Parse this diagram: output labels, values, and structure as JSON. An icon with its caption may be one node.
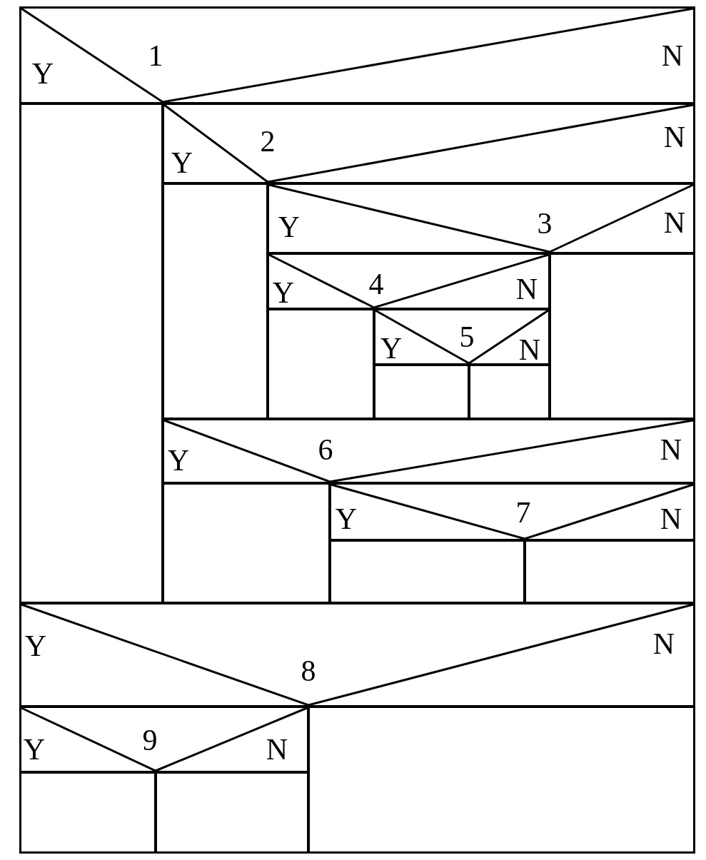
{
  "diagram": {
    "nodes": [
      {
        "text": [
          "Y",
          "1",
          "N"
        ]
      },
      {
        "text": [],
        "shape": "box"
      },
      {
        "text": [
          "Y",
          "2",
          "N"
        ]
      },
      {
        "text": [],
        "shape": "box"
      },
      {
        "text": [
          "Y",
          "3",
          "N"
        ]
      },
      {
        "text": [
          "Y",
          "4",
          "N"
        ]
      },
      {
        "text": [],
        "shape": "box"
      },
      {
        "text": [],
        "shape": "box"
      },
      {
        "text": [
          "Y",
          "5",
          "N"
        ]
      },
      {
        "text": [],
        "shape": "box"
      },
      {
        "text": [],
        "shape": "box"
      },
      {
        "text": [
          "Y",
          "6",
          "N"
        ]
      },
      {
        "text": [],
        "shape": "box"
      },
      {
        "text": [
          "Y",
          "7",
          "N"
        ]
      },
      {
        "text": [],
        "shape": "box"
      },
      {
        "text": [],
        "shape": "box"
      },
      {
        "text": [
          "Y",
          "8",
          "N"
        ]
      },
      {
        "text": [
          "Y",
          "9",
          "N"
        ]
      },
      {
        "text": [],
        "shape": "box"
      },
      {
        "text": [],
        "shape": "box"
      },
      {
        "text": [],
        "shape": "box"
      }
    ]
  }
}
